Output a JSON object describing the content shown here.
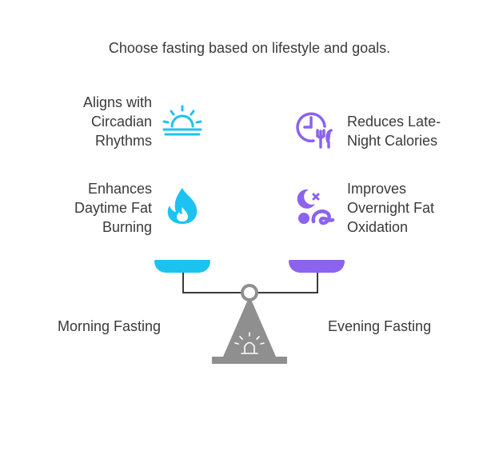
{
  "title": "Choose fasting based on lifestyle and goals.",
  "left": {
    "label": "Morning Fasting",
    "color": "#1cc3f0",
    "benefits": [
      {
        "text": "Aligns with\nCircadian\nRhythms",
        "icon": "sunrise-icon"
      },
      {
        "text": "Enhances\nDaytime Fat\nBurning",
        "icon": "flame-icon"
      }
    ]
  },
  "right": {
    "label": "Evening Fasting",
    "color": "#8b63ee",
    "benefits": [
      {
        "text": "Reduces Late-\nNight Calories",
        "icon": "clock-fork-icon"
      },
      {
        "text": "Improves\nOvernight Fat\nOxidation",
        "icon": "moon-shapes-icon"
      }
    ]
  },
  "scale": {
    "color": "#8f8f8f",
    "icon": "balance-scale-icon"
  }
}
